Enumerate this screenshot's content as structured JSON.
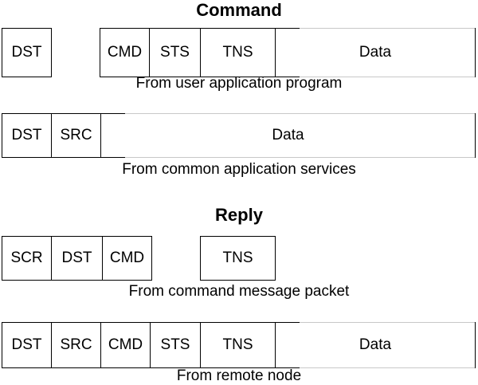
{
  "command": {
    "heading": "Command",
    "row1": {
      "fields": [
        "DST",
        "CMD",
        "STS",
        "TNS",
        "Data"
      ],
      "caption": "From user application program"
    },
    "row2": {
      "fields": [
        "DST",
        "SRC",
        "Data"
      ],
      "caption": "From common application services"
    }
  },
  "reply": {
    "heading": "Reply",
    "row1": {
      "fields": [
        "SCR",
        "DST",
        "CMD",
        "TNS"
      ],
      "caption": "From command message packet"
    },
    "row2": {
      "fields": [
        "DST",
        "SRC",
        "CMD",
        "STS",
        "TNS",
        "Data"
      ],
      "caption": "From remote node"
    }
  },
  "colors": {
    "line": "#000000",
    "fade": "#c8c8c8"
  }
}
